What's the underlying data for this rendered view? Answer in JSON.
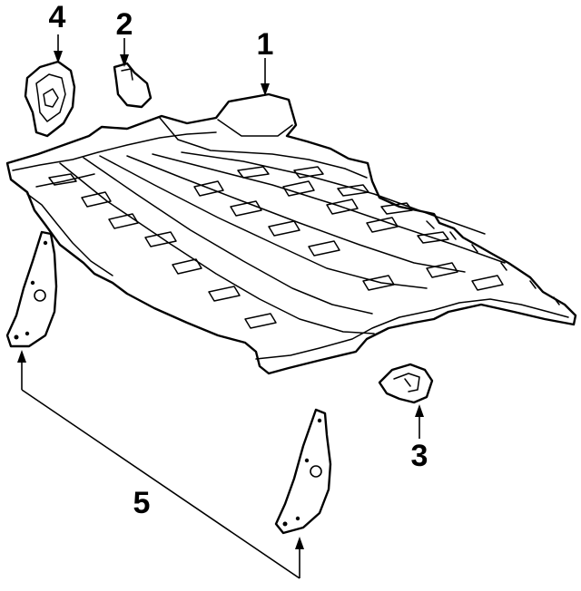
{
  "diagram": {
    "background": "#ffffff",
    "line_color": "#000000",
    "callouts": [
      {
        "id": "1",
        "label": "1",
        "part": "floor-pan"
      },
      {
        "id": "2",
        "label": "2",
        "part": "small-bracket"
      },
      {
        "id": "3",
        "label": "3",
        "part": "clip-bracket"
      },
      {
        "id": "4",
        "label": "4",
        "part": "mounting-plate"
      },
      {
        "id": "5",
        "label": "5",
        "part": "gusset-brackets"
      }
    ]
  }
}
